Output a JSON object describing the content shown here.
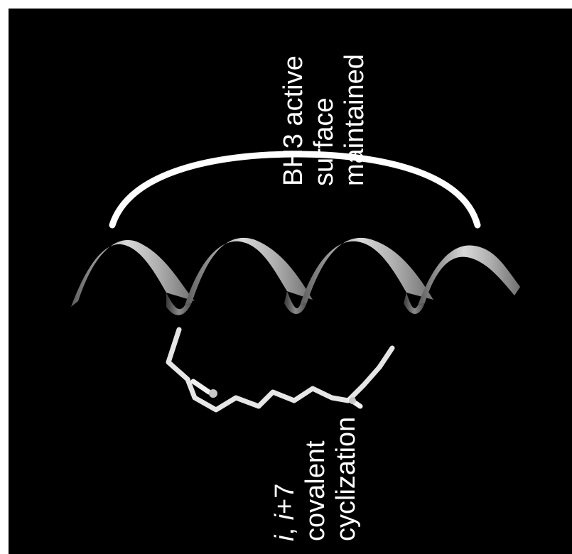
{
  "labels": {
    "top": {
      "line1": "BH3 active",
      "line2": "surface",
      "line3": "maintained"
    },
    "bottom": {
      "line1_i": "i",
      "line1_mid": ", ",
      "line1_i2": "i",
      "line1_tail": "+7",
      "line2": "covalent",
      "line3": "cyclization"
    }
  },
  "colors": {
    "background": "#000000",
    "ribbon_light": "#d8d8d8",
    "ribbon_mid": "#9a9a9a",
    "ribbon_dark": "#5a5a5a",
    "bracket": "#ffffff",
    "staple": "#e6e6e6"
  }
}
